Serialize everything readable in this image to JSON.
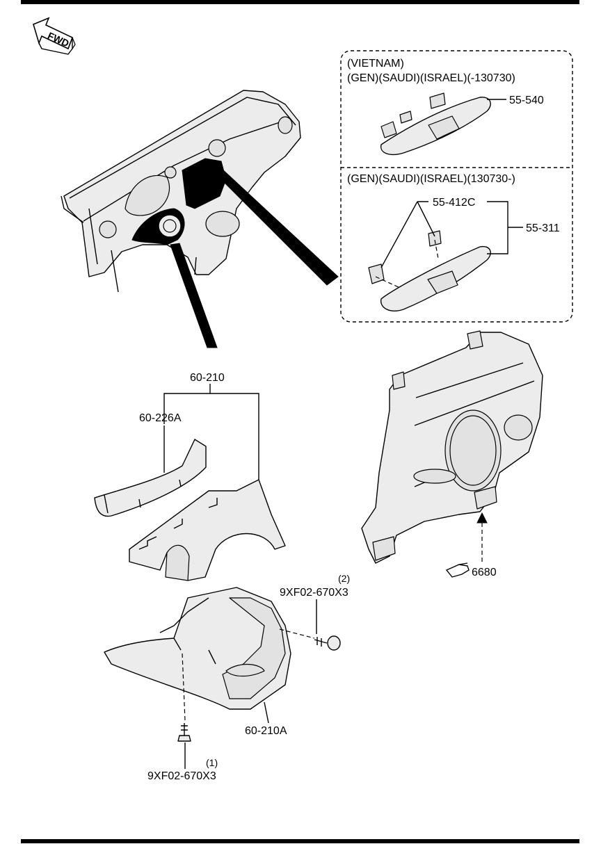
{
  "badges": {
    "fwd": "FWD"
  },
  "variants": {
    "top": {
      "line1": "(VIETNAM)",
      "line2": "(GEN)(SAUDI)(ISRAEL)(-130730)"
    },
    "bottom": {
      "line1": "(GEN)(SAUDI)(ISRAEL)(130730-)"
    }
  },
  "callouts": {
    "p55_540": "55-540",
    "p55_412c": "55-412C",
    "p55_311": "55-311",
    "p60_210": "60-210",
    "p60_226a": "60-226A",
    "p60_210a": "60-210A",
    "screw2_qty": "(2)",
    "screw2": "9XF02-670X3",
    "screw1_qty": "(1)",
    "screw1": "9XF02-670X3",
    "ref": "6680"
  },
  "icons": {
    "fwd_arrow": "fwd-arrow-icon",
    "pointing_hand": "pointing-hand-icon"
  }
}
